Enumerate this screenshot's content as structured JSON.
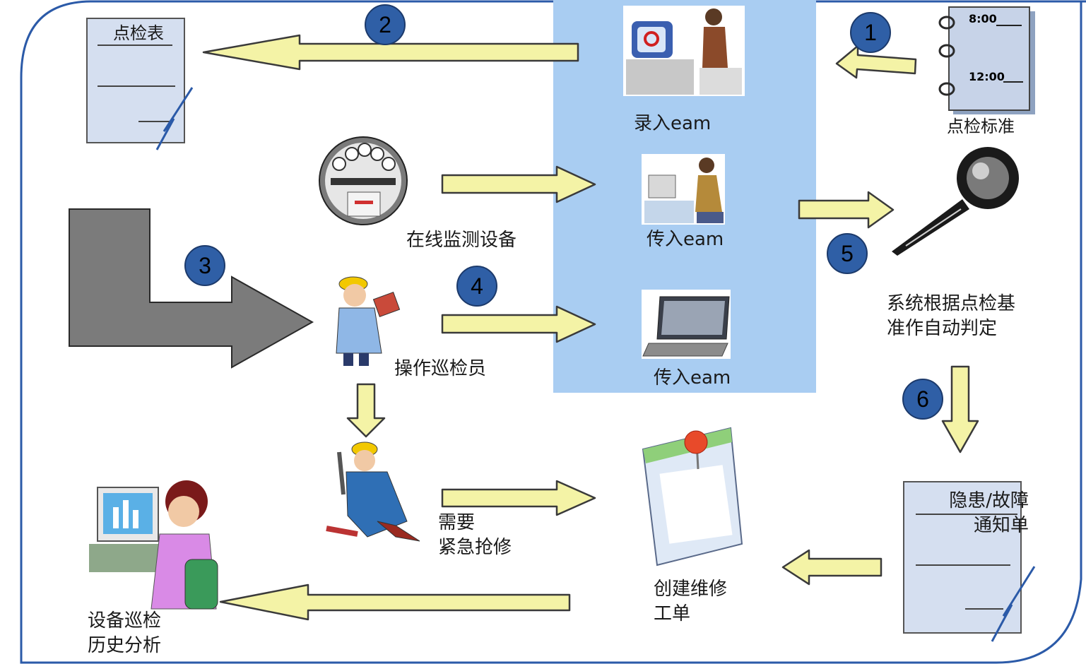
{
  "colors": {
    "frame": "#2b5aa8",
    "eam_panel": "#a9cdf2",
    "arrow_fill": "#f4f3a6",
    "arrow_stroke": "#3a3a3a",
    "big_arrow": "#7b7b7b",
    "step_circle": "#2f5fa6"
  },
  "labels": {
    "inspection_table": "点检表",
    "eam_entry": "录入eam",
    "eam_transfer_1": "传入eam",
    "eam_transfer_2": "传入eam",
    "inspection_standard": "点检标准",
    "notebook_time_1": "8:00",
    "notebook_time_2": "12:00",
    "online_monitor": "在线监测设备",
    "operator_inspector": "操作巡检员",
    "system_judge": "系统根据点检基\n准作自动判定",
    "urgent_repair": "需要\n紧急抢修",
    "work_order": "创建维修\n工单",
    "fault_notice": "隐患/故障\n通知单",
    "history_analysis": "设备巡检\n历史分析"
  },
  "steps": [
    "1",
    "2",
    "3",
    "4",
    "5",
    "6"
  ],
  "icons": [
    "checklist-document-icon",
    "notebook-icon",
    "meter-device-icon",
    "office-worker-icon",
    "desktop-user-icon",
    "laptop-icon",
    "magnifier-icon",
    "inspector-worker-icon",
    "repair-worker-icon",
    "pinned-note-icon",
    "notice-document-icon",
    "analyst-computer-icon"
  ]
}
